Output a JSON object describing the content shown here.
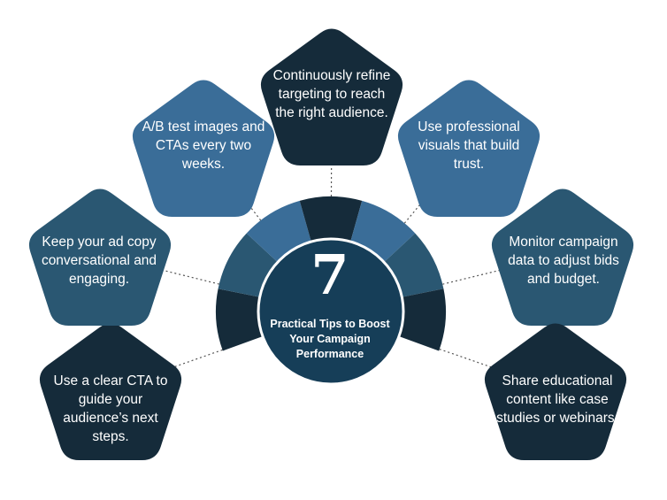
{
  "center": {
    "number": "7",
    "title": "Practical Tips to Boost Your Campaign Performance"
  },
  "tips": [
    {
      "text": "Use a clear CTA to guide your audience’s next steps.",
      "color": "#152b3a"
    },
    {
      "text": "Keep your ad copy conversational and engaging.",
      "color": "#2a5772"
    },
    {
      "text": "A/B test images and CTAs every two weeks.",
      "color": "#3a6d98"
    },
    {
      "text": "Continuously refine targeting to reach the right audience.",
      "color": "#152b3a"
    },
    {
      "text": "Use professional visuals that build trust.",
      "color": "#3a6d98"
    },
    {
      "text": "Monitor campaign data to adjust bids and budget.",
      "color": "#2a5772"
    },
    {
      "text": "Share educational content like case studies or webinars.",
      "color": "#152b3a"
    }
  ],
  "colors": {
    "center_circle": "#163e58",
    "connector": "#555555",
    "background": "#ffffff"
  }
}
